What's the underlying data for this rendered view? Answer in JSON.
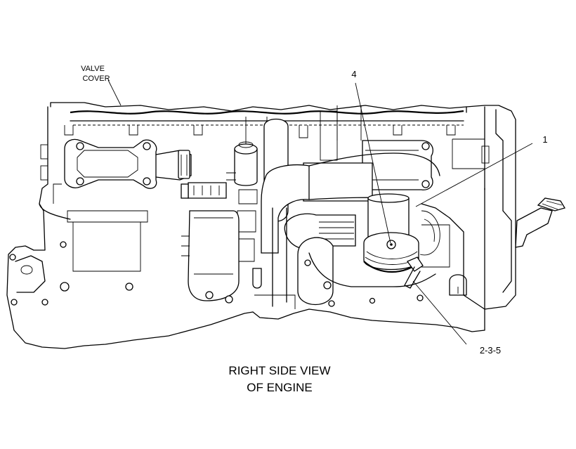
{
  "labels": {
    "valve_cover_line1": "VALVE",
    "valve_cover_line2": "COVER",
    "callout_4": "4",
    "callout_1": "1",
    "callout_235": "2-3-5"
  },
  "caption": {
    "line1": "RIGHT SIDE VIEW",
    "line2": "OF ENGINE"
  }
}
